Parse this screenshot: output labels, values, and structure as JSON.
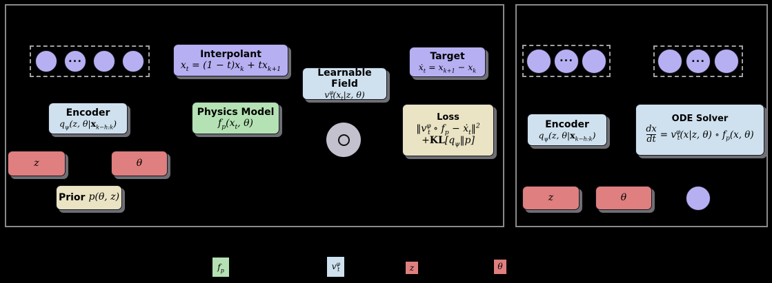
{
  "colors": {
    "background": "#000000",
    "panel_border": "#8a8a8a",
    "lavender": "#b6b0f2",
    "light_blue": "#cfe1ee",
    "green": "#b4e2b4",
    "tan": "#eae3c4",
    "salmon": "#df7f7f",
    "compose_gray": "#c2c1cd"
  },
  "training_panel": {
    "history_dots": "···",
    "interpolant": {
      "title": "Interpolant",
      "formula": "x<sub>t</sub> = (1 − t)x<sub>k</sub> + tx<sub>k+1</sub>"
    },
    "target": {
      "title": "Target",
      "formula": "ẋ<sub>t</sub> = x<sub>k+1</sub> − x<sub>k</sub>"
    },
    "encoder": {
      "title": "Encoder",
      "formula": "q<sub>ψ</sub>(z, θ|<b>x</b><sub>k−h:k</sub>)"
    },
    "physics_model": {
      "title": "Physics Model",
      "formula": "f<sub>p</sub>(x<sub>t</sub>, θ)"
    },
    "learnable_field": {
      "title": "Learnable Field",
      "formula": "v<sup>φ</sup><sub>t</sub>(x<sub>t</sub>|z, θ)"
    },
    "loss": {
      "title": "Loss",
      "line1": "‖v<sup>φ</sup><sub>t</sub> ∘ f<sub>p</sub> − ẋ<sub>t</sub>‖<sup>2</sup>",
      "line2": "+<b>KL</b>[q<sub>ψ</sub>‖p]"
    },
    "z_label": "z",
    "theta_label": "θ",
    "prior": {
      "title": "Prior",
      "formula": "p(θ, z)"
    }
  },
  "inference_panel": {
    "history_dots": "···",
    "rollout_dots": "···",
    "encoder": {
      "title": "Encoder",
      "formula": "q<sub>ψ</sub>(z, θ|<b>x</b><sub>k−h:k</sub>)"
    },
    "ode_solver": {
      "title": "ODE Solver",
      "frac_num": "dx",
      "frac_den": "dt",
      "rhs": "= v<sup>φ</sup><sub>t</sub>(x|z, θ) ∘ f<sub>p</sub>(x, θ)"
    },
    "z_label": "z",
    "theta_label": "θ"
  },
  "legend": {
    "physics_chip": "f<sub>p</sub>",
    "field_chip": "v<sup>φ</sup><sub>t</sub>",
    "z_chip": "z",
    "theta_chip": "θ"
  }
}
